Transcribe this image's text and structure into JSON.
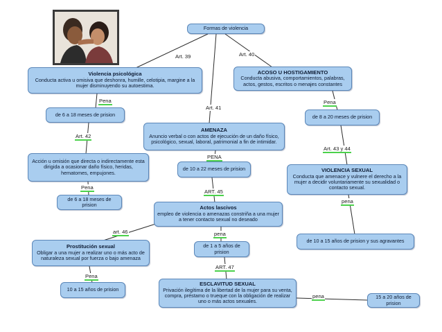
{
  "nodes": {
    "root": {
      "title": "Formas de violencia"
    },
    "psicologica": {
      "title": "Violencia psicológica",
      "desc": "Conducta activa u omisiva que deshonra, humille, celotipia, margine a la mujer disminuyendo su autoestima."
    },
    "pena_psico": {
      "desc": "de 6 a 18 meses de prision"
    },
    "accion_omision": {
      "desc": "Acción u omisión que directa o indirectamente esta dirigida a ocasionar daño físico, heridas, hematomes, empujones."
    },
    "pena_fisica": {
      "desc": "de 6 a 18 meses de prision"
    },
    "acoso": {
      "title": "ACOSO U HOSTIGAMIENTO",
      "desc": "Conducta abusiva, comportamientos, palabras, actos, gestos, escritos o menajes constantes"
    },
    "pena_acoso": {
      "desc": "de 8 a 20 meses de prision"
    },
    "amenaza": {
      "title": "AMENAZA",
      "desc": "Anuncio verbal o con actos de ejecución de un daño físico, psicológico, sexual, laboral, patrimonial a fin de intimidar."
    },
    "pena_amenaza": {
      "desc": "de 10 a 22 meses de prision"
    },
    "actos_lascivos": {
      "title": "Actos lascivos",
      "desc": "empleo de violencia o amenazas constriña a una mujer a tener contacto sexual no deseado"
    },
    "prostitucion": {
      "title": "Prostitución sexual",
      "desc": "Obligar a una mujer a realizar uno o más acto de naturaleza sexual por fuerza o bajo amenaza"
    },
    "pena_prost": {
      "desc": "10 a 15 años de prision"
    },
    "pena_lascivos": {
      "desc": "de 1 a 5 años de prision"
    },
    "esclavitud": {
      "title": "ESCLAVITUD SEXUAL",
      "desc": "Privación ilegítima de la libertad de la mujer para su venta, compra, préstamo o trueque con la obligación de realizar uno o más actos sexuales."
    },
    "pena_esclav": {
      "desc": "15 a 20 años de prision"
    },
    "violencia_sexual": {
      "title": "VIOLENCIA SEXUAL",
      "desc": "Conducta que amenace y vulnere el derecho a la mujer a decidir voluntariamente su sexualidad o contacto sexual."
    },
    "pena_vs": {
      "desc": "de 10 a 15 años de prision y sus agravantes"
    }
  },
  "labels": {
    "art39": "Art. 39",
    "art40": "Art. 40",
    "art41": "Art. 41",
    "art42": "Art. 42",
    "art43_44": "Art. 43 y 44",
    "art45": "ART. 45",
    "art46": "art. 46",
    "art47": "ART. 47",
    "pena1": "Pena",
    "pena2": "Pena",
    "pena3": "Pena",
    "pena4": "PENA",
    "pena5": "pena",
    "pena6": "pena",
    "pena7": "Pena",
    "pena8": "pena"
  },
  "colors": {
    "node_fill": "#a9cdef",
    "node_border": "#5a86b8",
    "label_underline": "#4bd14b"
  }
}
